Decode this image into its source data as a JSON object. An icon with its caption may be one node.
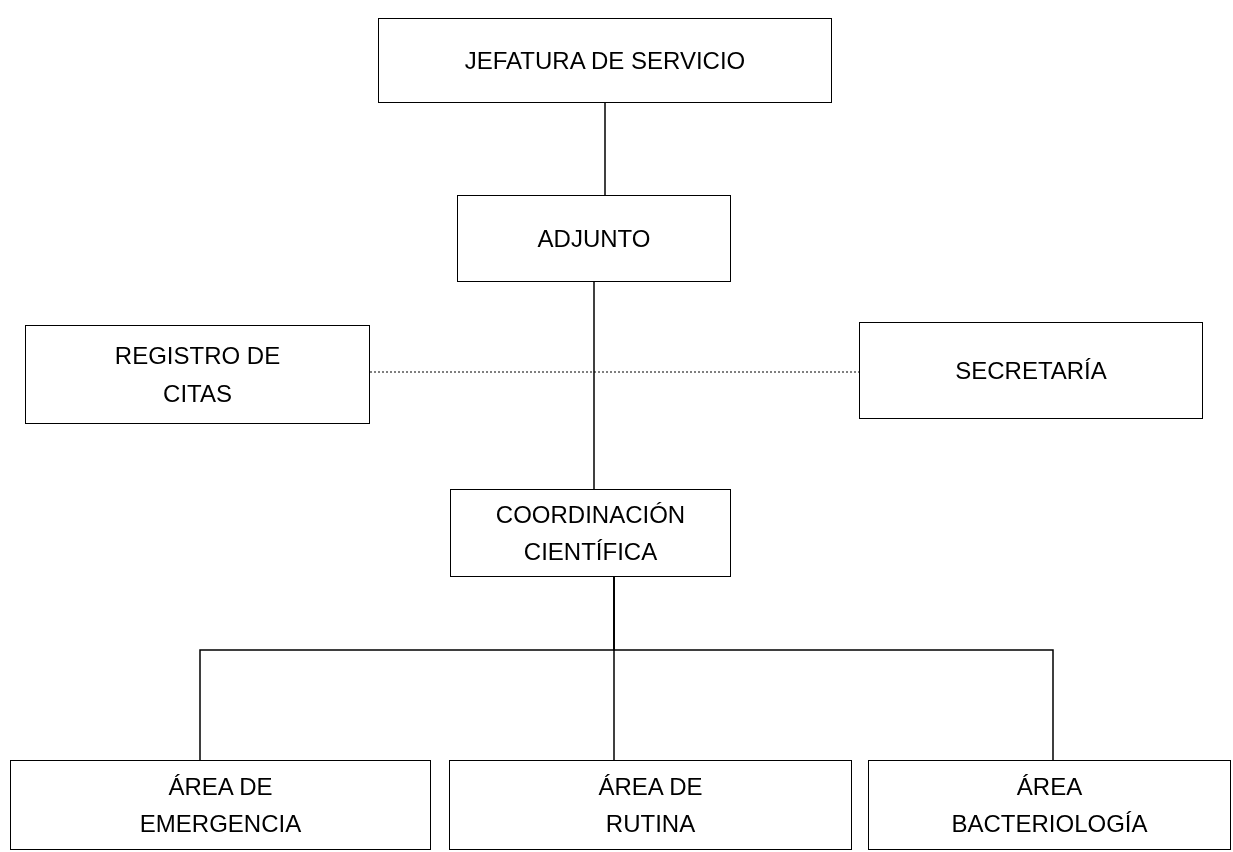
{
  "diagram": {
    "nodes": [
      {
        "text": [
          "JEFATURA DE SERVICIO"
        ]
      },
      {
        "text": [
          "ADJUNTO"
        ]
      },
      {
        "text": [
          "REGISTRO DE CITAS"
        ]
      },
      {
        "text": [
          "SECRETARÍA"
        ]
      },
      {
        "text": [
          "COORDINACIÓN CIENTÍFICA"
        ]
      },
      {
        "text": [
          "ÁREA DE EMERGENCIA"
        ]
      },
      {
        "text": [
          "ÁREA DE RUTINA"
        ]
      },
      {
        "text": [
          "ÁREA BACTERIOLOGÍA"
        ]
      }
    ],
    "edges": [
      {
        "from": 0,
        "to": 1,
        "arrow": "none"
      },
      {
        "from": 1,
        "to": 4,
        "arrow": "none"
      },
      {
        "from": 2,
        "to": 3,
        "arrow": "none",
        "style": "dashed"
      },
      {
        "from": 4,
        "to": 5,
        "arrow": "none"
      },
      {
        "from": 4,
        "to": 6,
        "arrow": "none"
      },
      {
        "from": 4,
        "to": 7,
        "arrow": "none"
      }
    ]
  }
}
